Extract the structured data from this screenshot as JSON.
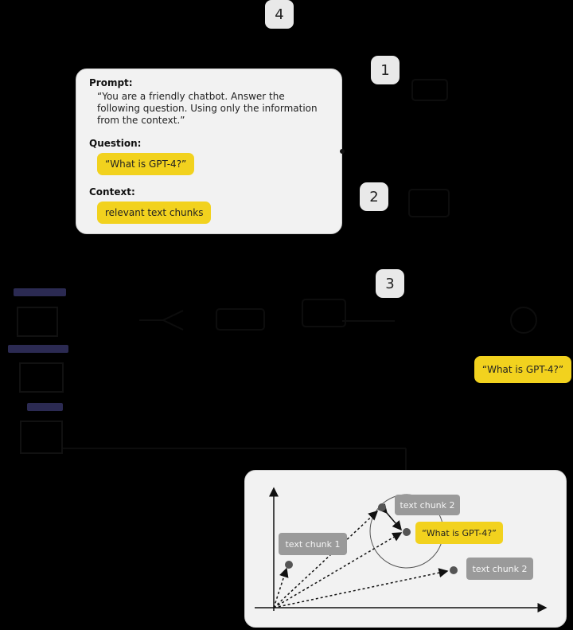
{
  "steps": [
    "1",
    "2",
    "3",
    "4"
  ],
  "prompt_card": {
    "prompt_label": "Prompt:",
    "prompt_text": "“You are a friendly chatbot. Answer the following question. Using only the information from the context.”",
    "question_label": "Question:",
    "question_text": "“What is GPT-4?”",
    "context_label": "Context:",
    "context_text": "relevant text chunks"
  },
  "query_chip": "“What is GPT-4?”",
  "vector_space": {
    "chunk_a": "text chunk 1",
    "chunk_b": "text chunk 2",
    "chunk_c": "text chunk 2",
    "query": "“What is GPT-4?”"
  },
  "colors": {
    "highlight": "#f2d21e",
    "card": "#f2f2f2",
    "chunk": "#9a9a9a",
    "side_label": "#2b2a52"
  }
}
